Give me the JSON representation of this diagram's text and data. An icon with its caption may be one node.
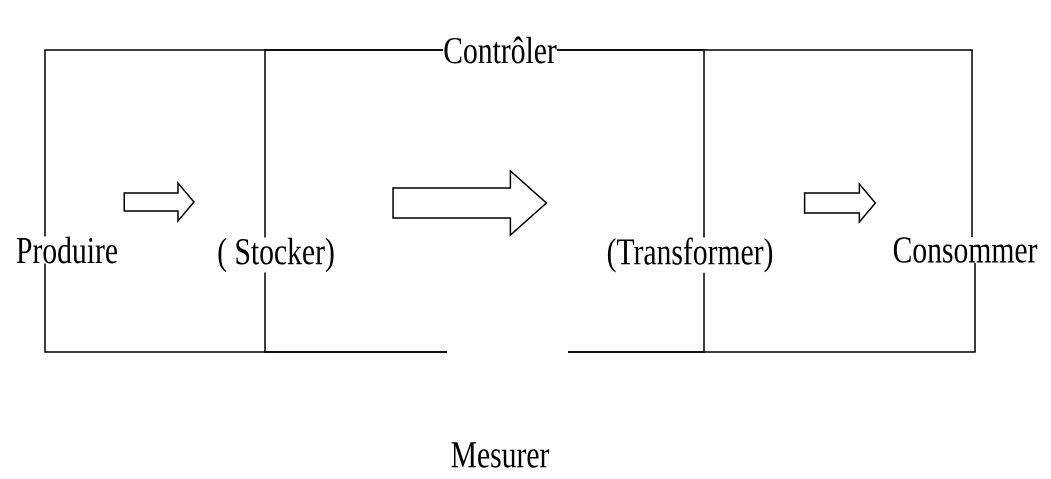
{
  "diagram": {
    "nodes": [
      {
        "text": [
          "Contrôler"
        ]
      },
      {
        "text": [
          "Produire"
        ]
      },
      {
        "text": [
          "( Stocker)"
        ]
      },
      {
        "text": [
          "(Transformer)"
        ]
      },
      {
        "text": [
          "Consommer"
        ]
      },
      {
        "text": [
          "Mesurer"
        ]
      }
    ],
    "edges": [
      {
        "from": 1,
        "to": 2,
        "arrow": "to"
      },
      {
        "from": 2,
        "to": 3,
        "arrow": "to"
      },
      {
        "from": 3,
        "to": 4,
        "arrow": "to"
      },
      {
        "from": 0,
        "to": 1,
        "arrow": "none"
      },
      {
        "from": 0,
        "to": 2,
        "arrow": "none"
      },
      {
        "from": 0,
        "to": 3,
        "arrow": "none"
      },
      {
        "from": 0,
        "to": 4,
        "arrow": "none"
      },
      {
        "from": null,
        "to": 1,
        "arrow": "none"
      },
      {
        "from": null,
        "to": 2,
        "arrow": "none"
      },
      {
        "from": null,
        "to": 3,
        "arrow": "none"
      },
      {
        "from": null,
        "to": 4,
        "arrow": "none"
      }
    ]
  }
}
